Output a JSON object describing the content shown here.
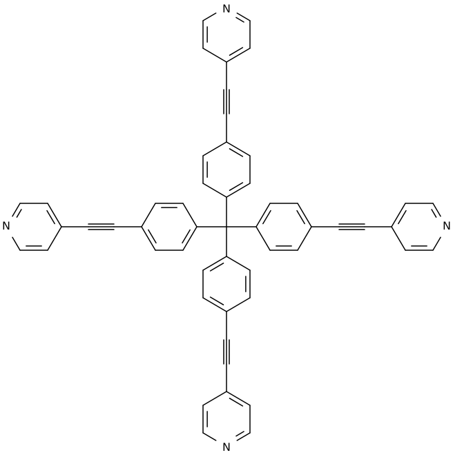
{
  "structure": {
    "atom_labels": {
      "top": "N",
      "bottom": "N",
      "left": "N",
      "right": "N"
    },
    "bond_color": "#000000",
    "background": "#ffffff"
  }
}
